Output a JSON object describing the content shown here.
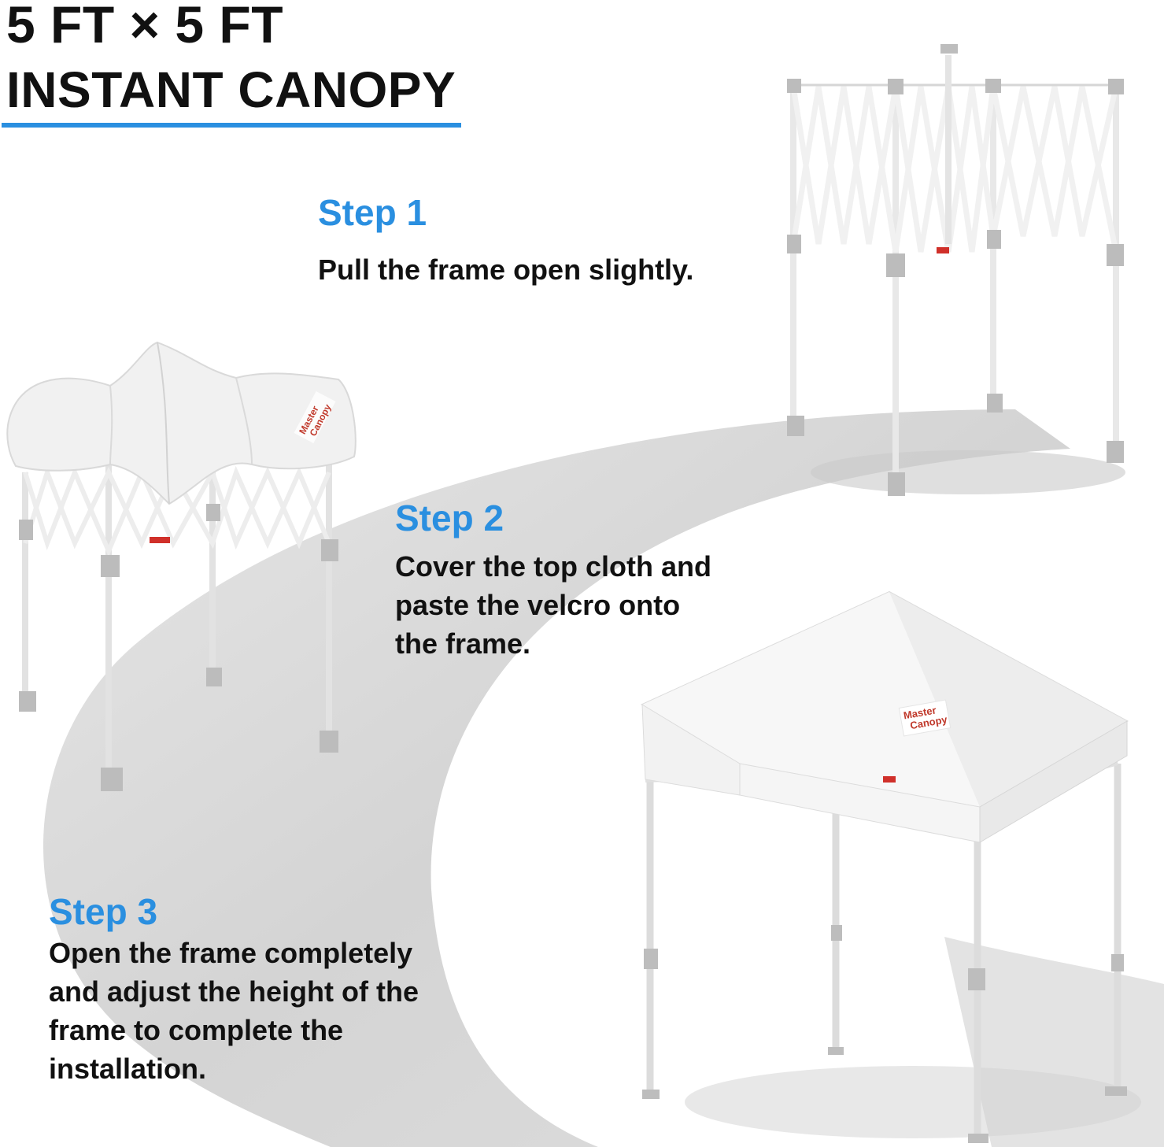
{
  "header": {
    "title_line1": "5 FT × 5 FT",
    "title_line2": "INSTANT CANOPY"
  },
  "steps": [
    {
      "heading": "Step 1",
      "text": "Pull the frame open slightly."
    },
    {
      "heading": "Step 2",
      "text": "Cover the top cloth and\npaste the velcro onto\nthe frame."
    },
    {
      "heading": "Step 3",
      "text": "Open the frame completely\nand adjust the height of the\nframe to complete the\ninstallation."
    }
  ],
  "brand_logo": "Master Canopy",
  "colors": {
    "accent_blue": "#2a8fe0",
    "text_dark": "#111111",
    "path_gray": "#d9d9d9",
    "frame_white": "#f4f4f4",
    "frame_gray": "#b5b5b5",
    "lock_red": "#d0302a"
  }
}
